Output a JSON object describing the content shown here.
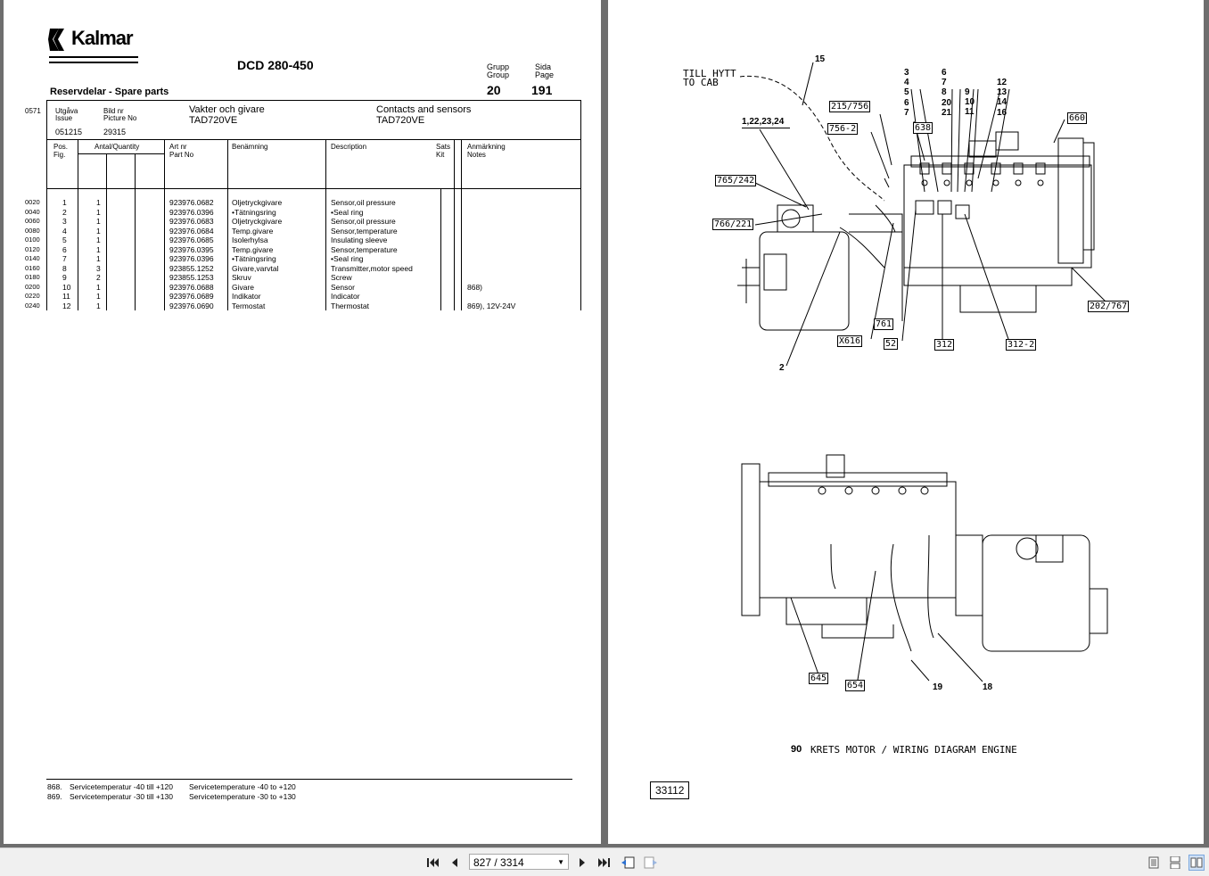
{
  "brand": {
    "logo_text": "Kalmar"
  },
  "doc": {
    "model": "DCD 280-450",
    "section_title": "Reservdelar - Spare parts",
    "group_label_sv": "Grupp",
    "group_label_en": "Group",
    "group_value": "20",
    "page_label_sv": "Sida",
    "page_label_en": "Page",
    "page_value": "191",
    "side_code": "0571",
    "issue_label_sv": "Utgåva",
    "issue_label_en": "Issue",
    "issue_value": "051215",
    "picture_label_sv": "Bild nr",
    "picture_label_en": "Picture No",
    "picture_value": "29315",
    "title_sv": "Vakter och givare",
    "subtitle_sv": "TAD720VE",
    "title_en": "Contacts and sensors",
    "subtitle_en": "TAD720VE"
  },
  "table": {
    "headers": {
      "pos": "Pos.",
      "fig": "Fig.",
      "qty": "Antal/Quantity",
      "artnr": "Art nr",
      "partno": "Part No",
      "benamning": "Benämning",
      "description": "Description",
      "sats": "Sats",
      "kit": "Kit",
      "anm": "Anmärkning",
      "notes": "Notes"
    },
    "rows": [
      {
        "code": "0020",
        "pos": "1",
        "qty": "1",
        "part": "923976.0682",
        "sv": "Oljetryckgivare",
        "en": "Sensor,oil pressure",
        "note": ""
      },
      {
        "code": "0040",
        "pos": "2",
        "qty": "1",
        "part": "923976.0396",
        "sv": "•Tätningsring",
        "en": "•Seal ring",
        "note": ""
      },
      {
        "code": "0060",
        "pos": "3",
        "qty": "1",
        "part": "923976.0683",
        "sv": "Oljetryckgivare",
        "en": "Sensor,oil pressure",
        "note": ""
      },
      {
        "code": "0080",
        "pos": "4",
        "qty": "1",
        "part": "923976.0684",
        "sv": "Temp.givare",
        "en": "Sensor,temperature",
        "note": ""
      },
      {
        "code": "0100",
        "pos": "5",
        "qty": "1",
        "part": "923976.0685",
        "sv": "Isolerhylsa",
        "en": "Insulating sleeve",
        "note": ""
      },
      {
        "code": "0120",
        "pos": "6",
        "qty": "1",
        "part": "923976.0395",
        "sv": "Temp.givare",
        "en": "Sensor,temperature",
        "note": ""
      },
      {
        "code": "0140",
        "pos": "7",
        "qty": "1",
        "part": "923976.0396",
        "sv": "•Tätningsring",
        "en": "•Seal ring",
        "note": ""
      },
      {
        "code": "0160",
        "pos": "8",
        "qty": "3",
        "part": "923855.1252",
        "sv": "Givare,varvtal",
        "en": "Transmitter,motor speed",
        "note": ""
      },
      {
        "code": "0180",
        "pos": "9",
        "qty": "2",
        "part": "923855.1253",
        "sv": "Skruv",
        "en": "Screw",
        "note": ""
      },
      {
        "code": "0200",
        "pos": "10",
        "qty": "1",
        "part": "923976.0688",
        "sv": "Givare",
        "en": "Sensor",
        "note": "868)"
      },
      {
        "code": "0220",
        "pos": "11",
        "qty": "1",
        "part": "923976.0689",
        "sv": "Indikator",
        "en": "Indicator",
        "note": ""
      },
      {
        "code": "0240",
        "pos": "12",
        "qty": "1",
        "part": "923976.0690",
        "sv": "Termostat",
        "en": "Thermostat",
        "note": "869), 12V-24V"
      }
    ]
  },
  "footnotes": [
    {
      "num": "868.",
      "sv": "Servicetemperatur -40 till +120",
      "en": "Servicetemperature -40 to +120"
    },
    {
      "num": "869.",
      "sv": "Servicetemperatur -30 till +130",
      "en": "Servicetemperature -30 to +130"
    }
  ],
  "diagram": {
    "cab_note_line1": "TILL HYTT",
    "cab_note_line2": "TO CAB",
    "callouts": {
      "c15": "15",
      "c_1_22": "1,22,23,24",
      "c2": "2",
      "col1": [
        "3",
        "4",
        "5",
        "6",
        "7"
      ],
      "col2": [
        "6",
        "7",
        "8",
        "20",
        "21"
      ],
      "col3": [
        "9",
        "10",
        "11"
      ],
      "col4": [
        "12",
        "13",
        "14",
        "16"
      ],
      "c19": "19",
      "c18": "18"
    },
    "boxes": {
      "b215": "215/756",
      "b638": "638",
      "b756": "756-2",
      "b660": "660",
      "b765": "765/242",
      "b766": "766/221",
      "b202": "202/767",
      "b761": "761",
      "bx616": "X616",
      "b52": "52",
      "b312": "312",
      "b312_2": "312-2",
      "b645": "645",
      "b654": "654"
    },
    "caption_num": "90",
    "caption_text": "KRETS MOTOR / WIRING DIAGRAM ENGINE",
    "drawing_no": "33112"
  },
  "viewer": {
    "page_display": "827 / 3314"
  }
}
